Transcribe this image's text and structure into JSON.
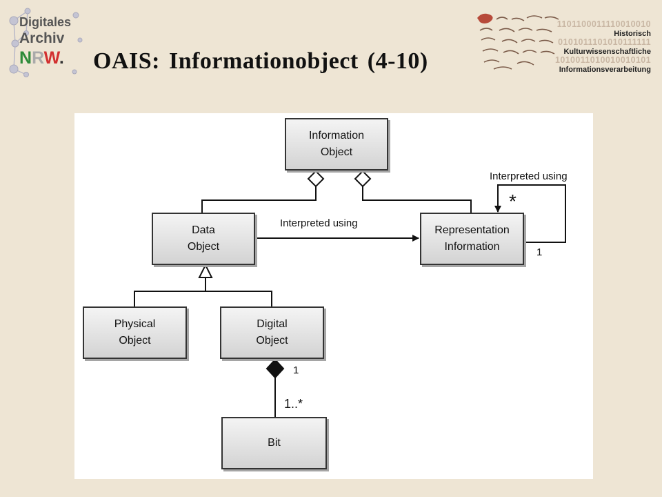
{
  "header": {
    "title": "OAIS: Informationobject (4-10)",
    "logo_left": {
      "line1": "Digitales",
      "line2": "Archiv",
      "line3": "NRW."
    },
    "logo_right": {
      "lines": [
        "Historisch",
        "Kulturwissenschaftliche",
        "Informationsverarbeitung"
      ],
      "binary": [
        "1101100011110010010",
        "0101011101010111111",
        "1010011010010010101"
      ]
    }
  },
  "diagram": {
    "boxes": {
      "information_object": [
        "Information",
        "Object"
      ],
      "data_object": [
        "Data",
        "Object"
      ],
      "representation_information": [
        "Representation",
        "Information"
      ],
      "physical_object": [
        "Physical",
        "Object"
      ],
      "digital_object": [
        "Digital",
        "Object"
      ],
      "bit": "Bit"
    },
    "edge_labels": {
      "interpreted_using_main": "Interpreted using",
      "interpreted_using_self": "Interpreted using",
      "self_star": "*",
      "self_one": "1",
      "composition_one": "1",
      "bit_multiplicity": "1..*"
    }
  }
}
